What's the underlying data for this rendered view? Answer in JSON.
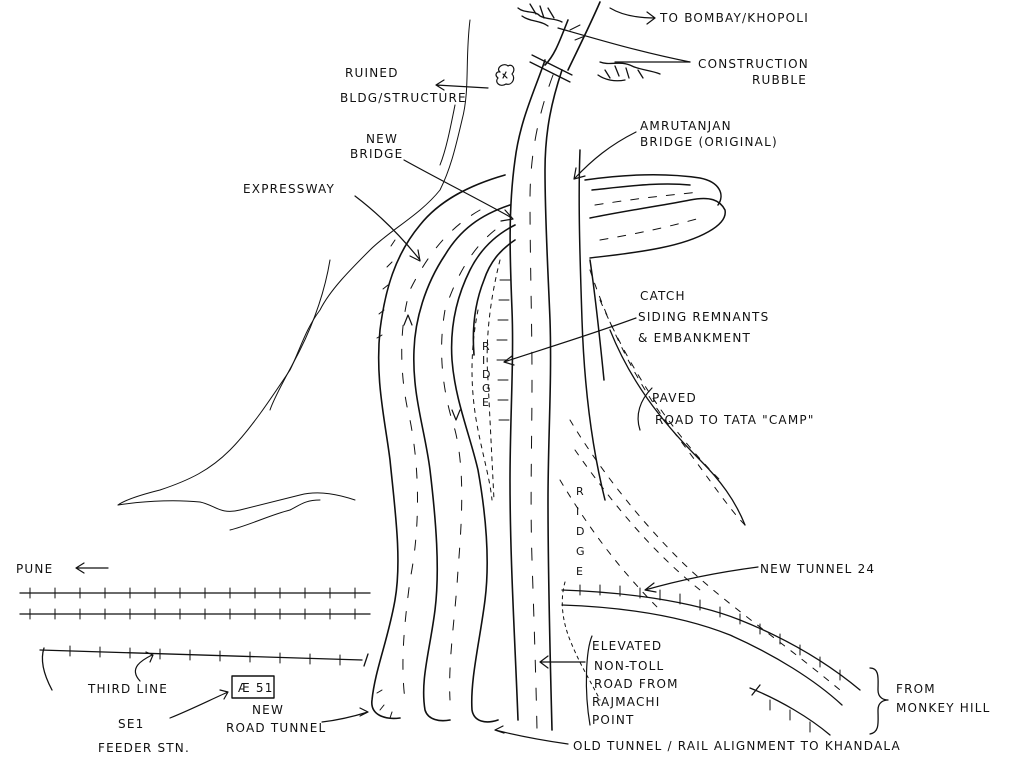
{
  "labels": {
    "to_bombay": "TO BOMBAY/KHOPOLI",
    "rubble_1": "CONSTRUCTION",
    "rubble_2": "RUBBLE",
    "ruined_1": "RUINED",
    "ruined_2": "BLDG/STRUCTURE",
    "new_bridge_1": "NEW",
    "new_bridge_2": "BRIDGE",
    "amrutanjan_1": "AMRUTANJAN",
    "amrutanjan_2": "BRIDGE (ORIGINAL)",
    "expressway": "EXPRESSWAY",
    "catch_1": "CATCH",
    "catch_2": "SIDING REMNANTS",
    "catch_3": "& EMBANKMENT",
    "paved_1": "PAVED",
    "paved_2": "ROAD TO TATA \"CAMP\"",
    "new_tunnel": "NEW TUNNEL 24",
    "pune": "PUNE",
    "third_line": "THIRD LINE",
    "se1_1": "SE1",
    "se1_2": "FEEDER STN.",
    "road_tunnel_1": "NEW",
    "road_tunnel_2": "ROAD TUNNEL",
    "elevated_1": "ELEVATED",
    "elevated_2": "NON-TOLL",
    "elevated_3": "ROAD FROM",
    "elevated_4": "RAJMACHI",
    "elevated_5": "POINT",
    "from_monkey_1": "FROM",
    "from_monkey_2": "MONKEY HILL",
    "old_tunnel": "OLD TUNNEL / RAIL ALIGNMENT TO KHANDALA",
    "ridge_left": "RIDGE",
    "ridge_center": "RIDGE",
    "stn_symbol": "Æ 51"
  }
}
